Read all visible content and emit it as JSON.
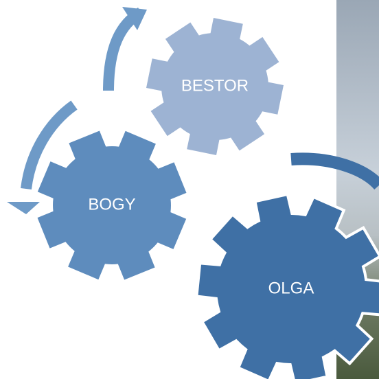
{
  "gears": [
    {
      "label": "BESTOR",
      "color": "#9db3d3"
    },
    {
      "label": "BOGY",
      "color": "#5e8cbd"
    },
    {
      "label": "OLGA",
      "color": "#3f70a5"
    }
  ],
  "arrow_color": "#6e9ac7",
  "arrow_color_dark": "#3f70a5",
  "outline_color": "#ffffff"
}
